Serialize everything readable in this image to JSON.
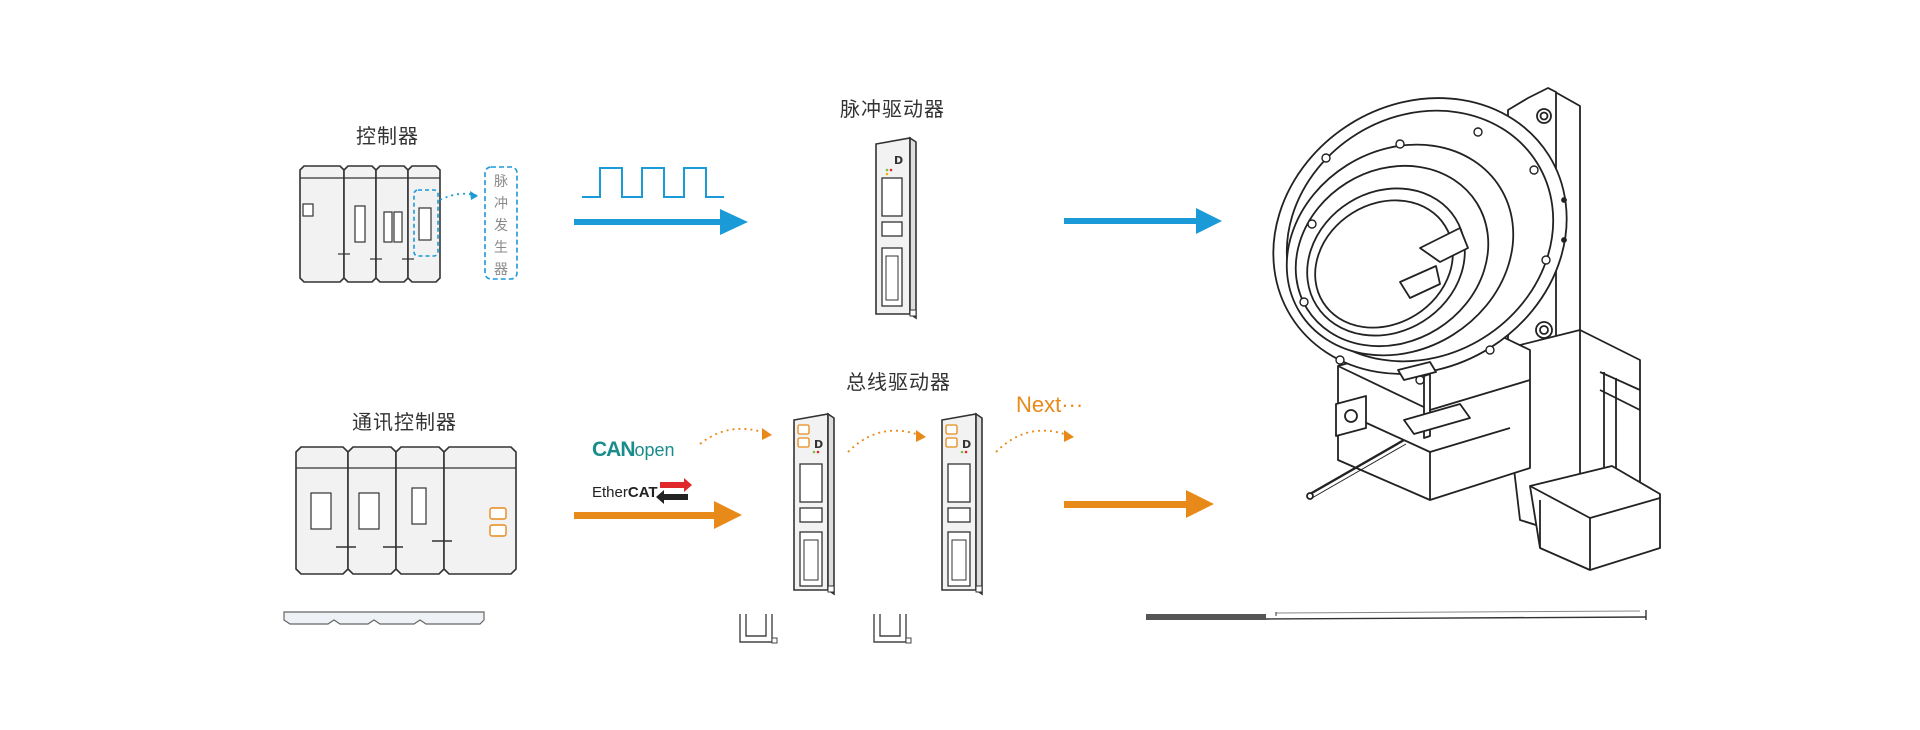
{
  "labels": {
    "controller": "控制器",
    "pulse_driver": "脉冲驱动器",
    "bus_driver": "总线驱动器",
    "comm_controller": "通讯控制器",
    "pulse_generator": "脉冲发生器",
    "next": "Next···"
  },
  "protocols": {
    "canopen_can": "CAN",
    "canopen_open": "open",
    "ethercat_ether": "Ether",
    "ethercat_cat": "CAT"
  },
  "colors": {
    "pulse_blue": "#1a9ad6",
    "bus_orange": "#e88a1a",
    "canopen_teal": "#1b8c8c",
    "ethercat_red": "#e0282b",
    "outline": "#333333",
    "fill_gray": "#f2f2f2"
  },
  "icons": [
    "plc-controller-icon",
    "pulse-driver-icon",
    "bus-driver-icon",
    "rotary-actuator-icon",
    "square-wave-icon"
  ]
}
